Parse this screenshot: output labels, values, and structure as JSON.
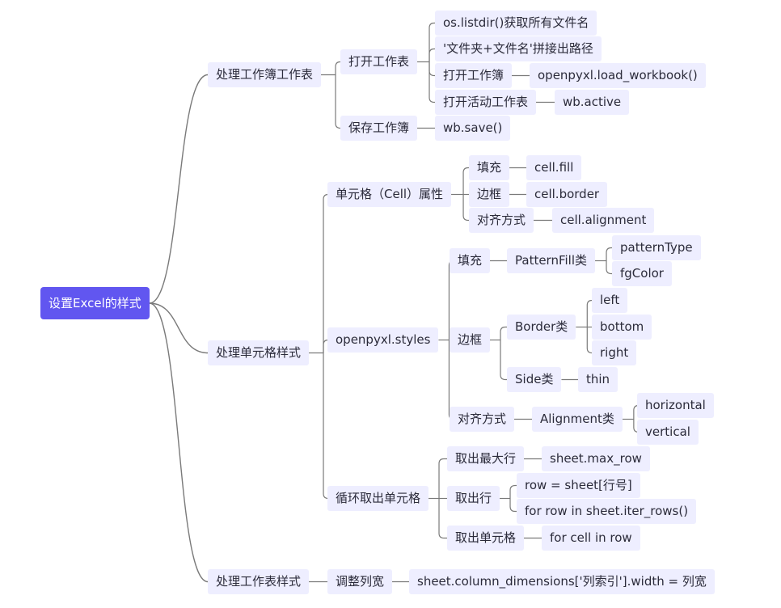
{
  "mindmap": {
    "root": "设置Excel的样式",
    "wb": {
      "label": "处理工作簿工作表",
      "open": {
        "label": "打开工作表",
        "listdir": "os.listdir()获取所有文件名",
        "join": "'文件夹+文件名'拼接出路径",
        "open_wb": {
          "label": "打开工作簿",
          "fn": "openpyxl.load_workbook()"
        },
        "open_active": {
          "label": "打开活动工作表",
          "fn": "wb.active"
        }
      },
      "save": {
        "label": "保存工作簿",
        "fn": "wb.save()"
      }
    },
    "cell": {
      "label": "处理单元格样式",
      "attr": {
        "label": "单元格（Cell）属性",
        "fill": {
          "label": "填充",
          "fn": "cell.fill"
        },
        "border": {
          "label": "边框",
          "fn": "cell.border"
        },
        "align": {
          "label": "对齐方式",
          "fn": "cell.alignment"
        }
      },
      "styles": {
        "label": "openpyxl.styles",
        "fill": {
          "label": "填充",
          "cls": "PatternFill类",
          "props": [
            "patternType",
            "fgColor"
          ]
        },
        "border": {
          "label": "边框",
          "cls": "Border类",
          "props": [
            "left",
            "bottom",
            "right"
          ],
          "side": {
            "label": "Side类",
            "value": "thin"
          }
        },
        "align": {
          "label": "对齐方式",
          "cls": "Alignment类",
          "props": [
            "horizontal",
            "vertical"
          ]
        }
      },
      "loop": {
        "label": "循环取出单元格",
        "max_row": {
          "label": "取出最大行",
          "fn": "sheet.max_row"
        },
        "rows": {
          "label": "取出行",
          "items": [
            "row = sheet[行号]",
            "for row in sheet.iter_rows()"
          ]
        },
        "cells": {
          "label": "取出单元格",
          "fn": "for cell in row"
        }
      }
    },
    "ws": {
      "label": "处理工作表样式",
      "width": {
        "label": "调整列宽",
        "fn": "sheet.column_dimensions['列索引'].width = 列宽"
      }
    }
  },
  "colors": {
    "root_bg": "#6156f0",
    "node_bg": "#eeeeff",
    "line": "#7a7a7a",
    "text": "#2b2b3a"
  }
}
